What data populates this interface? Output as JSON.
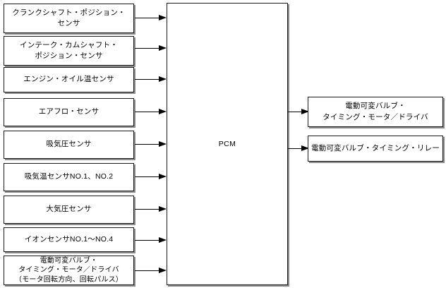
{
  "diagram": {
    "type": "block-diagram",
    "title": "PCM input/output block diagram",
    "controller": {
      "label": "PCM",
      "name": "pcm-block"
    },
    "inputs": [
      {
        "id": "crankshaft-position-sensor",
        "label": "クランクシャフト・ポジション・\nセンサ",
        "arrow": "input-arrow"
      },
      {
        "id": "intake-camshaft-position-sensor",
        "label": "インテーク・カムシャフト・\nポジション・センサ",
        "arrow": "input-arrow"
      },
      {
        "id": "engine-oil-temperature-sensor",
        "label": "エンジン・オイル温センサ",
        "arrow": "input-arrow"
      },
      {
        "id": "air-flow-sensor",
        "label": "エアフロ・センサ",
        "arrow": "input-arrow"
      },
      {
        "id": "intake-pressure-sensor",
        "label": "吸気圧センサ",
        "arrow": "input-arrow"
      },
      {
        "id": "intake-air-temperature-sensor",
        "label": "吸気温センサNO.1、NO.2",
        "arrow": "input-arrow"
      },
      {
        "id": "barometric-pressure-sensor",
        "label": "大気圧センサ",
        "arrow": "input-arrow"
      },
      {
        "id": "ion-sensor",
        "label": "イオンセンサNO.1～NO.4",
        "arrow": "input-arrow"
      },
      {
        "id": "evt-motor-driver-feedback",
        "label": "電動可変バルブ・\nタイミング・モータ／ドライバ\n（モータ回転方向、回転パルス）",
        "arrow": "input-arrow"
      }
    ],
    "outputs": [
      {
        "id": "evt-motor-driver",
        "label": "電動可変バルブ・\nタイミング・モータ／ドライバ",
        "arrow": "output-arrow"
      },
      {
        "id": "evt-relay",
        "label": "電動可変バルブ・タイミング・リレー",
        "arrow": "output-arrow"
      }
    ],
    "colors": {
      "border": "#1a1a1a",
      "shadow": "#8c8c8c",
      "background": "#ffffff",
      "text": "#000000",
      "arrow": "#000000"
    }
  }
}
